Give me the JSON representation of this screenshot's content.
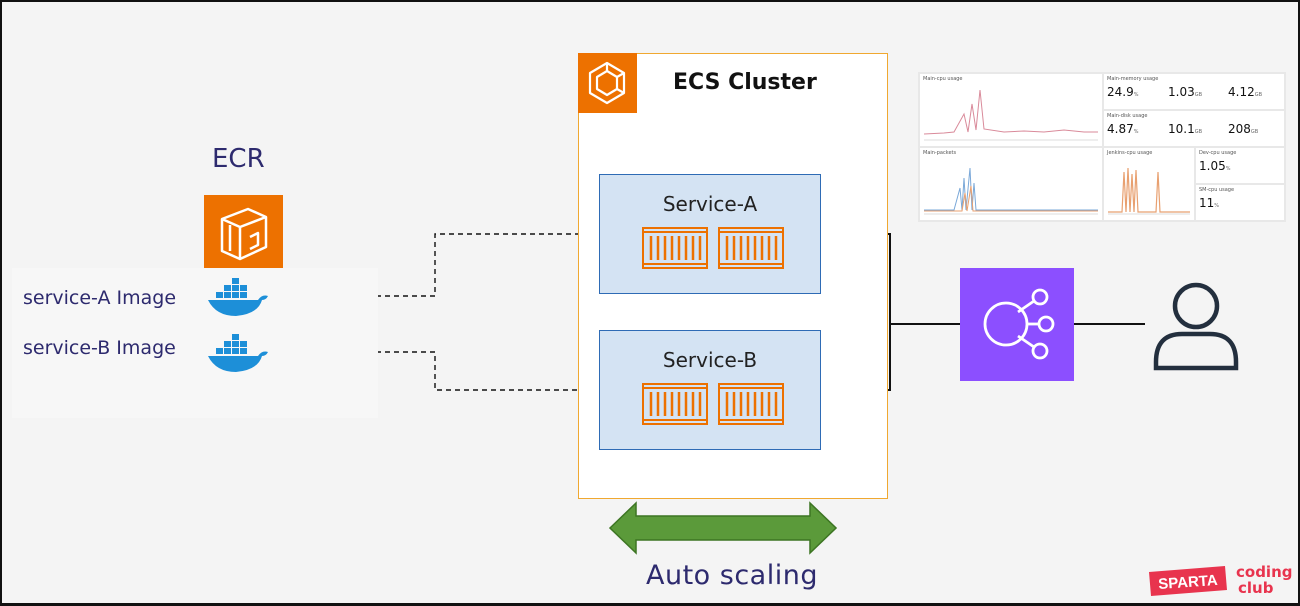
{
  "ecr": {
    "title": "ECR"
  },
  "images": [
    {
      "label": "service-A Image"
    },
    {
      "label": "service-B Image"
    }
  ],
  "cluster": {
    "title": "ECS Cluster"
  },
  "services": [
    {
      "label": "Service-A"
    },
    {
      "label": "Service-B"
    }
  ],
  "autoscaling": {
    "label": "Auto scaling"
  },
  "dashboard": {
    "panels": [
      {
        "title": "Main-cpu usage"
      },
      {
        "title": "Main-memory usage",
        "stats": [
          {
            "value": "24.9",
            "unit": "%"
          },
          {
            "value": "1.03",
            "unit": "GB"
          },
          {
            "value": "4.12",
            "unit": "GB"
          }
        ]
      },
      {
        "title": "Main-disk usage",
        "stats": [
          {
            "value": "4.87",
            "unit": "%"
          },
          {
            "value": "10.1",
            "unit": "GB"
          },
          {
            "value": "208",
            "unit": "GB"
          }
        ]
      },
      {
        "title": "Main-packets"
      },
      {
        "title": "Jenkins-cpu usage"
      },
      {
        "title": "Dev-cpu usage",
        "stats": [
          {
            "value": "1.05",
            "unit": "%"
          }
        ]
      },
      {
        "title": "SM-cpu usage",
        "stats": [
          {
            "value": "11",
            "unit": "%"
          }
        ]
      }
    ]
  },
  "brand": {
    "badge": "SPARTA",
    "line1": "coding",
    "line2": "club"
  },
  "colors": {
    "orange": "#ed7100",
    "purple": "#8c4fff",
    "green": "#5b9a3a",
    "navy": "#2d2a6e",
    "blue": "#2e6bb5"
  }
}
